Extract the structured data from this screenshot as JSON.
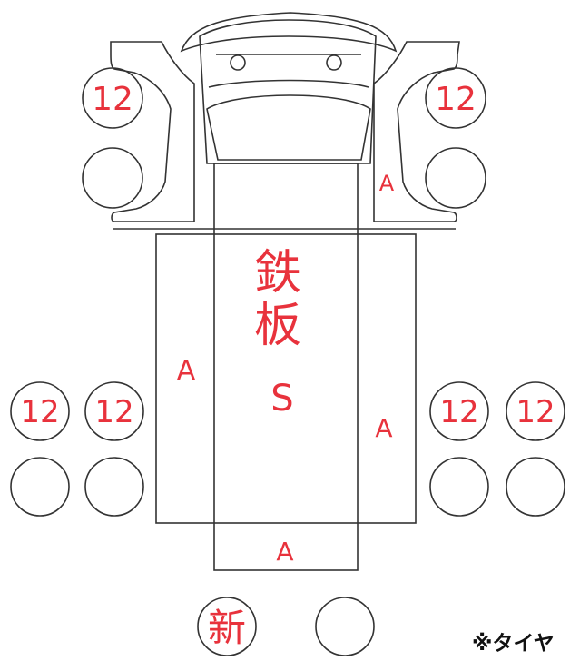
{
  "diagram": {
    "ink_color": "#e8323c",
    "line_color": "#333333",
    "front_tires": {
      "left_upper": "12",
      "left_lower": "",
      "right_upper": "12",
      "right_lower": ""
    },
    "rear_tires": {
      "left_outer_upper": "12",
      "left_inner_upper": "12",
      "left_outer_lower": "",
      "left_inner_lower": "",
      "right_inner_upper": "12",
      "right_outer_upper": "12",
      "right_inner_lower": "",
      "right_outer_lower": ""
    },
    "spare_tires": {
      "left": "新",
      "right": ""
    },
    "marks": {
      "cab_right": "A",
      "bed_left": "A",
      "bed_right": "A",
      "bed_rear": "A",
      "frame_center": "S",
      "frame_label_line1": "鉄",
      "frame_label_line2": "板"
    },
    "note": "※タイヤ"
  }
}
